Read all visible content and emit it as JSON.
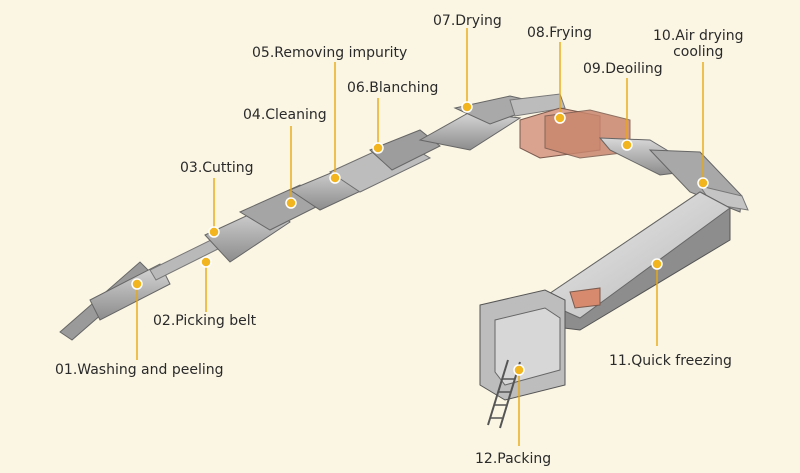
{
  "colors": {
    "background": "#fbf6e4",
    "marker": "#f2b51f",
    "leader": "#e9a914",
    "machine": "#8f8f8f"
  },
  "steps": [
    {
      "label": "01.Washing and peeling"
    },
    {
      "label": "02.Picking belt"
    },
    {
      "label": "03.Cutting"
    },
    {
      "label": "04.Cleaning"
    },
    {
      "label": "05.Removing impurity"
    },
    {
      "label": "06.Blanching"
    },
    {
      "label": "07.Drying"
    },
    {
      "label": "08.Frying"
    },
    {
      "label": "09.Deoiling"
    },
    {
      "label": "10.Air drying\ncooling"
    },
    {
      "label": "11.Quick freezing"
    },
    {
      "label": "12.Packing"
    }
  ]
}
